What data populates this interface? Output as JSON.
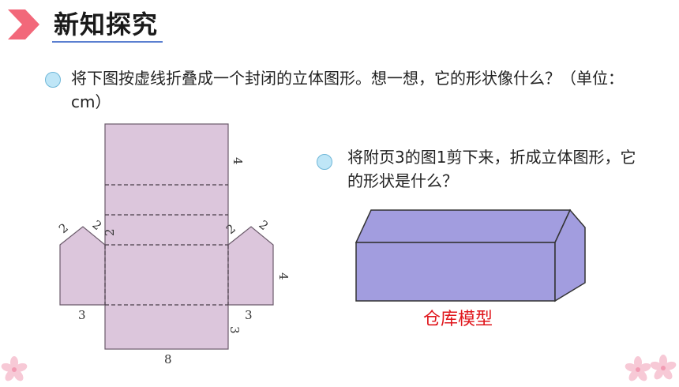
{
  "header": {
    "title": "新知探究"
  },
  "question1": {
    "text": "将下图按虚线折叠成一个封闭的立体图形。想一想，它的形状像什么？（单位：cm）"
  },
  "question2": {
    "text": "将附页3的图1剪下来，折成立体图形，它的形状是什么？"
  },
  "net_labels": {
    "top_4": "4",
    "left_roof_a": "2",
    "left_roof_b": "2",
    "middle_2": "2",
    "right_roof_a": "2",
    "right_roof_b": "2",
    "right_wall_4": "4",
    "left_bottom_3": "3",
    "right_bottom_3": "3",
    "vertical_3": "3",
    "bottom_8": "8"
  },
  "model": {
    "caption": "仓库模型"
  },
  "colors": {
    "net_fill": "#dcc6dc",
    "net_stroke": "#6a5a6a",
    "box_fill": "#a29ddf",
    "box_stroke": "#333333",
    "caption": "#e0161c"
  }
}
